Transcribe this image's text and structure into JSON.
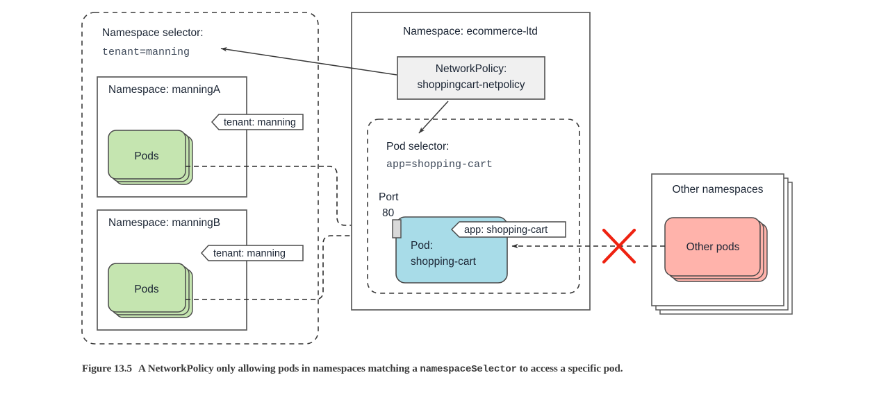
{
  "figure": {
    "caption_label": "Figure 13.5",
    "caption_part1": "A NetworkPolicy only allowing pods in namespaces matching a",
    "caption_mono": "namespaceSelector",
    "caption_part2": "to access a specific pod."
  },
  "colors": {
    "pod_green": "#c5e5b0",
    "pod_blue": "#a8dce8",
    "pod_pink": "#ffb3ab",
    "policy_gray": "#f0f0f0",
    "port_gray": "#d9d9d9",
    "stroke_dark": "#4a4a4a",
    "text_navy": "#1a2433",
    "deny_red": "#ee2211"
  },
  "namespace_selector_group": {
    "title": "Namespace selector:",
    "selector_value": "tenant=manning",
    "namespaces": [
      {
        "title": "Namespace: manningA",
        "callout": "tenant: manning",
        "pods_label": "Pods"
      },
      {
        "title": "Namespace: manningB",
        "callout": "tenant: manning",
        "pods_label": "Pods"
      }
    ]
  },
  "ecommerce_namespace": {
    "title": "Namespace: ecommerce-ltd",
    "network_policy": {
      "line1": "NetworkPolicy:",
      "line2": "shoppingcart-netpolicy"
    },
    "pod_selector": {
      "title": "Pod selector:",
      "selector_value": "app=shopping-cart"
    },
    "port": {
      "label": "Port",
      "number": "80"
    },
    "target_pod": {
      "line1": "Pod:",
      "line2": "shopping-cart",
      "callout": "app: shopping-cart"
    }
  },
  "other_namespaces": {
    "title": "Other namespaces",
    "pods_label": "Other pods",
    "denied_marker": "x-deny-mark"
  }
}
